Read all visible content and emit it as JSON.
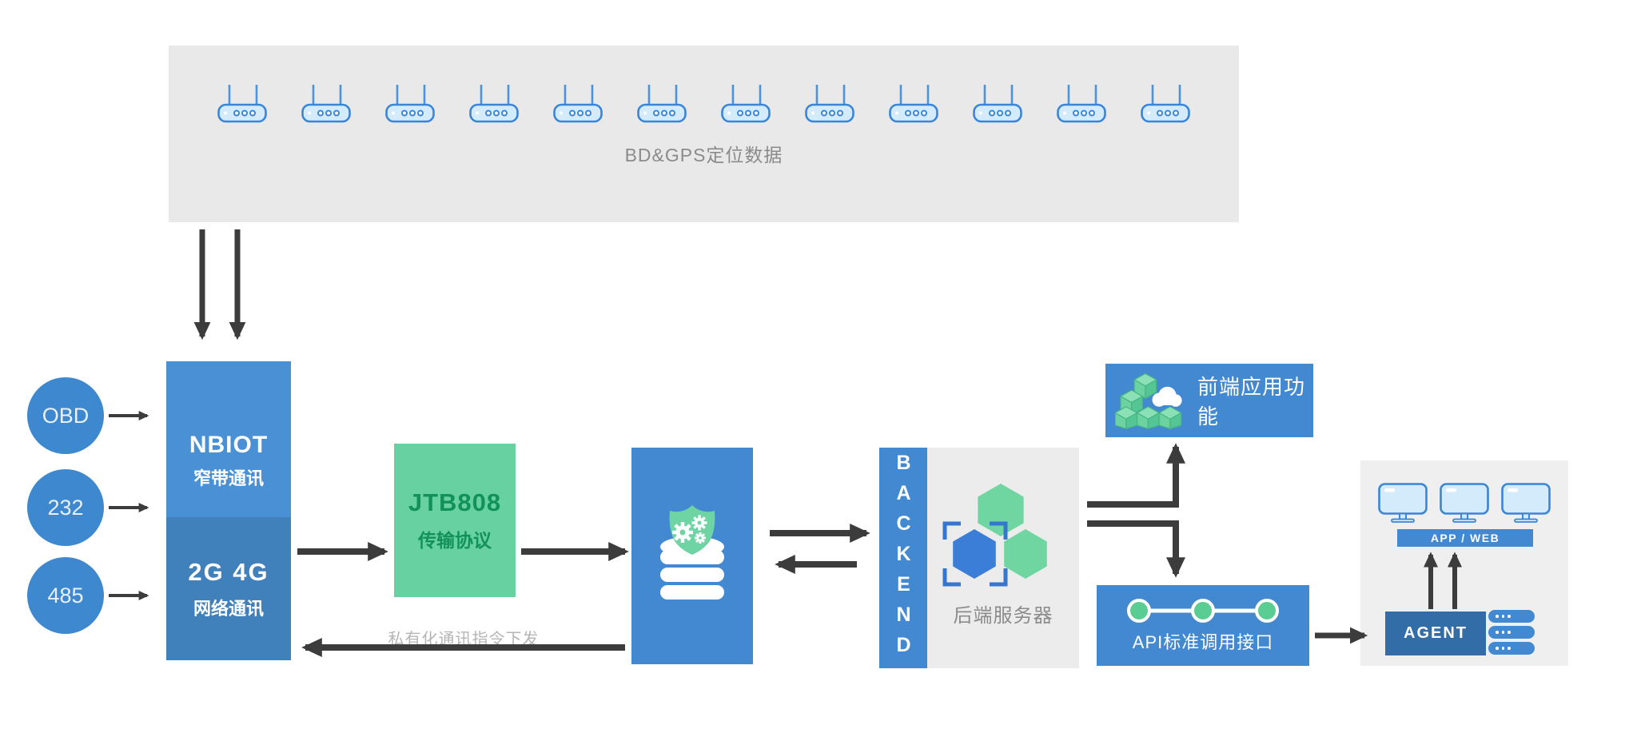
{
  "colors": {
    "primary_blue": "#4289d2",
    "gateway_top_blue": "#4a90d5",
    "gateway_bottom_blue": "#4181bb",
    "circle_blue": "#3d88cf",
    "agent_dark_blue": "#326da8",
    "green_box": "#68d1a1",
    "green_text": "#12925a",
    "icon_green": "#6fd4a4",
    "gray_panel": "#ececec",
    "arrow_gray": "#3c3c3c",
    "caption_gray": "#8b8b8b"
  },
  "icons": {
    "router": "wifi-router-icon",
    "secure_database": "shield-gears-database-icon",
    "backend_modules": "hexagon-modules-icon",
    "frontend_cloud": "cubes-cloud-icon",
    "api_timeline": "linked-endpoints-icon",
    "monitor": "desktop-monitor-icon",
    "server": "server-rack-icon"
  },
  "devices_bar": {
    "caption": "BD&GPS定位数据",
    "device_count": 12
  },
  "inputs": [
    {
      "label": "OBD"
    },
    {
      "label": "232"
    },
    {
      "label": "485"
    }
  ],
  "gateway": {
    "top_title": "NBIOT",
    "top_subtitle": "窄带通讯",
    "bottom_title": "2G 4G",
    "bottom_subtitle": "网络通讯"
  },
  "protocol": {
    "title": "JTB808",
    "subtitle": "传输协议"
  },
  "return_label": "私有化通讯指令下发",
  "backend": {
    "vertical_label": "BACKEND",
    "caption": "后端服务器"
  },
  "frontend": {
    "label": "前端应用功能"
  },
  "api": {
    "label": "API标准调用接口"
  },
  "client_panel": {
    "monitor_count": 3,
    "bar_label": "APP / WEB",
    "agent_label": "AGENT",
    "server_count": 3
  }
}
